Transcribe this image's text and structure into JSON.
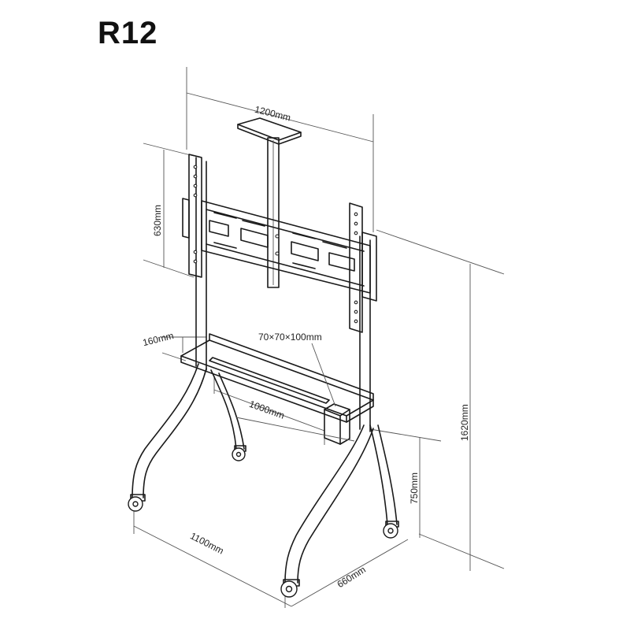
{
  "title": "R12",
  "dimensions": {
    "width_top": "1200mm",
    "bracket_height": "630mm",
    "shelf_depth": "160mm",
    "box_size": "70×70×100mm",
    "shelf_length": "1000mm",
    "total_height": "1620mm",
    "leg_height": "750mm",
    "base_width": "1100mm",
    "base_depth": "660mm"
  }
}
